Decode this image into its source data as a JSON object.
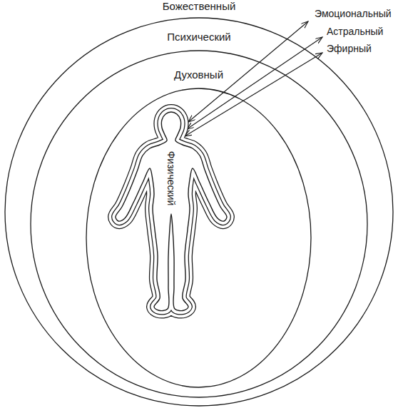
{
  "diagram": {
    "nodes": [
      {
        "text": [
          "Божественный"
        ]
      },
      {
        "text": [
          "Психический"
        ],
        "in": 0
      },
      {
        "text": [
          "Духовный"
        ],
        "in": 1
      },
      {
        "text": [
          "Физический"
        ],
        "in": 2
      }
    ],
    "labels": [
      "Эмоциональный",
      "Астральный",
      "Эфирный"
    ]
  }
}
